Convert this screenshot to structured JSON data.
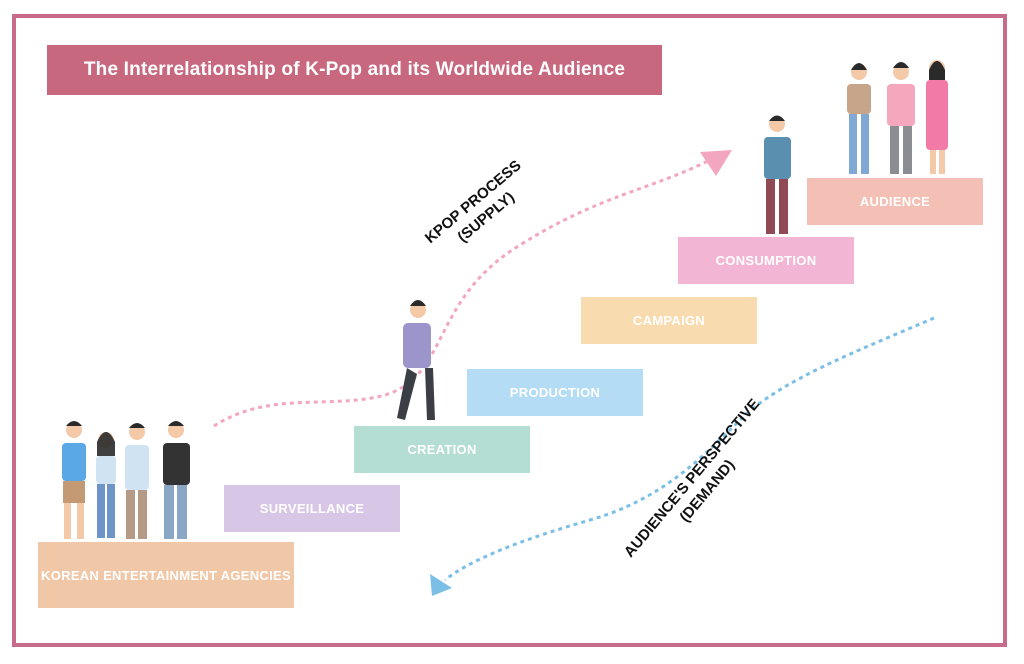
{
  "title": "The Interrelationship of K-Pop and its Worldwide Audience",
  "steps": [
    {
      "label": "KOREAN ENTERTAINMENT AGENCIES",
      "color": "#f0c8a8"
    },
    {
      "label": "SURVEILLANCE",
      "color": "#d8c6e6"
    },
    {
      "label": "CREATION",
      "color": "#b4ddd4"
    },
    {
      "label": "PRODUCTION",
      "color": "#b4dcf4"
    },
    {
      "label": "CAMPAIGN",
      "color": "#f8dcb0"
    },
    {
      "label": "CONSUMPTION",
      "color": "#f2b6d4"
    },
    {
      "label": "AUDIENCE",
      "color": "#f4c0b6"
    }
  ],
  "supply_label": {
    "line1": "KPOP PROCESS",
    "line2": "(SUPPLY)"
  },
  "demand_label": {
    "line1": "AUDIENCE'S PERSPECTIVE",
    "line2": "(DEMAND)"
  },
  "colors": {
    "frame": "#c86b8a",
    "title_bg": "#c8687f",
    "supply_arrow": "#f2a6bf",
    "demand_arrow": "#7cbfe6"
  }
}
